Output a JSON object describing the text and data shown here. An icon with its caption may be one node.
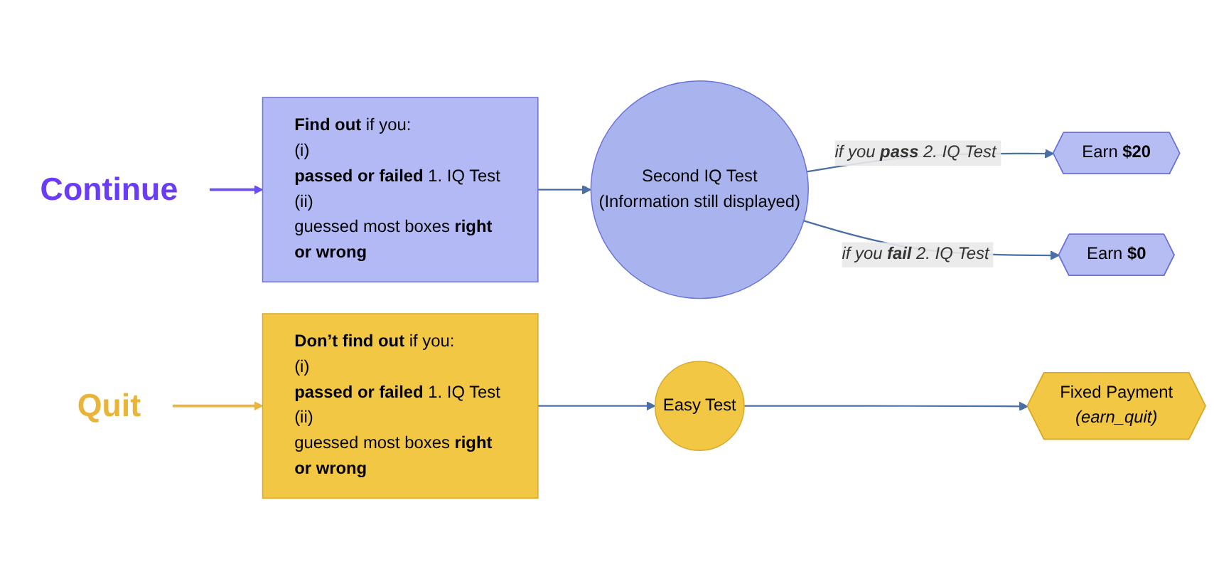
{
  "diagram": {
    "nodes": [
      {
        "text": [
          "Continue"
        ]
      },
      {
        "text": [
          "**Find out** if you:",
          "(i)",
          "**passed or failed** 1. IQ Test",
          "(ii)",
          "guessed most boxes **right or wrong**"
        ]
      },
      {
        "text": [
          "Second IQ Test",
          "(Information still displayed)"
        ]
      },
      {
        "text": [
          "Earn **$20**"
        ]
      },
      {
        "text": [
          "Earn **$0**"
        ]
      },
      {
        "text": [
          "Quit"
        ]
      },
      {
        "text": [
          "**Don’t find out** if you:",
          "(i)",
          "**passed or failed** 1. IQ Test",
          "(ii)",
          "guessed most boxes **right or wrong**"
        ]
      },
      {
        "text": [
          "Easy Test"
        ]
      },
      {
        "text": [
          "Fixed Payment",
          "*(earn_quit)*"
        ]
      }
    ],
    "edges": [
      {
        "from": 0,
        "to": 1,
        "arrow": "to",
        "color": "#6c4df6"
      },
      {
        "from": 1,
        "to": 2,
        "arrow": "to"
      },
      {
        "from": 2,
        "to": 3,
        "arrow": "to",
        "label": "if you **pass** 2. IQ Test"
      },
      {
        "from": 2,
        "to": 4,
        "arrow": "to",
        "label": "if you **fail** 2. IQ Test"
      },
      {
        "from": 5,
        "to": 6,
        "arrow": "to",
        "color": "#e9b53f"
      },
      {
        "from": 6,
        "to": 7,
        "arrow": "to"
      },
      {
        "from": 7,
        "to": 8,
        "arrow": "to"
      }
    ]
  }
}
